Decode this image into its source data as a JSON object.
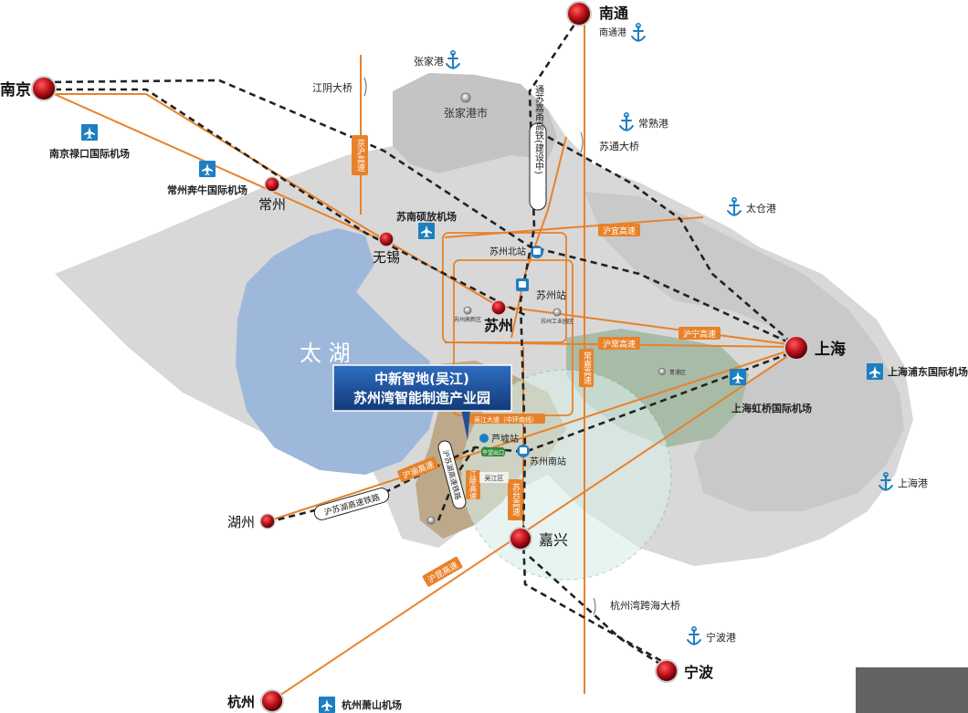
{
  "cities": [
    {
      "id": "nanjing",
      "name": "南京"
    },
    {
      "id": "nantong",
      "name": "南通"
    },
    {
      "id": "changzhou",
      "name": "常州"
    },
    {
      "id": "wuxi",
      "name": "无锡"
    },
    {
      "id": "suzhou",
      "name": "苏州"
    },
    {
      "id": "shanghai",
      "name": "上海"
    },
    {
      "id": "huzhou",
      "name": "湖州"
    },
    {
      "id": "jiaxing",
      "name": "嘉兴"
    },
    {
      "id": "hangzhou",
      "name": "杭州"
    },
    {
      "id": "ningbo",
      "name": "宁波"
    }
  ],
  "minor_places": [
    {
      "id": "zhangjiagang_city",
      "name": "张家港市"
    },
    {
      "id": "suzhou_high_tech",
      "name": "苏州高新区"
    },
    {
      "id": "suzhou_industrial",
      "name": "苏州工业园区"
    },
    {
      "id": "qingpu",
      "name": "青浦区"
    },
    {
      "id": "wujiang",
      "name": "吴江区"
    }
  ],
  "ports": [
    {
      "id": "nantong_port",
      "name": "南通港"
    },
    {
      "id": "zhangjiagang_port",
      "name": "张家港"
    },
    {
      "id": "changshu_port",
      "name": "常熟港"
    },
    {
      "id": "taicang_port",
      "name": "太仓港"
    },
    {
      "id": "shanghai_port",
      "name": "上海港"
    },
    {
      "id": "ningbo_port",
      "name": "宁波港"
    }
  ],
  "airports": [
    {
      "id": "nanjing_lukou",
      "name": "南京禄口国际机场"
    },
    {
      "id": "changzhou_benniu",
      "name": "常州奔牛国际机场"
    },
    {
      "id": "sunan_shuofang",
      "name": "苏南硕放机场"
    },
    {
      "id": "shanghai_hongqiao",
      "name": "上海虹桥国际机场"
    },
    {
      "id": "shanghai_pudong",
      "name": "上海浦东国际机场"
    },
    {
      "id": "hangzhou_xiaoshan",
      "name": "杭州萧山机场"
    }
  ],
  "stations": [
    {
      "id": "suzhou_north",
      "name": "苏州北站"
    },
    {
      "id": "suzhou",
      "name": "苏州站"
    },
    {
      "id": "suzhou_south",
      "name": "苏州南站"
    },
    {
      "id": "luxuping",
      "name": "芦墟站"
    }
  ],
  "bridges": [
    {
      "id": "jiangyin",
      "name": "江阴大桥"
    },
    {
      "id": "sutong",
      "name": "苏通大桥"
    },
    {
      "id": "hangzhouwan",
      "name": "杭州湾跨海大桥"
    }
  ],
  "lake": {
    "name": "太  湖"
  },
  "highways": [
    {
      "id": "jinghu",
      "name": "京沪高速"
    },
    {
      "id": "huyi",
      "name": "沪宜高速"
    },
    {
      "id": "huning",
      "name": "沪宁高速"
    },
    {
      "id": "huchang",
      "name": "沪常高速"
    },
    {
      "id": "changjia",
      "name": "常嘉高速"
    },
    {
      "id": "suta",
      "name": "苏台高速"
    },
    {
      "id": "jiangling",
      "name": "江陵高速"
    },
    {
      "id": "huyu",
      "name": "沪渝高速"
    },
    {
      "id": "hukun",
      "name": "沪昆高速"
    }
  ],
  "railways": [
    {
      "id": "tongsu",
      "name": "通苏嘉甬高铁(建设中)"
    },
    {
      "id": "husuhu",
      "name": "沪苏湖高速铁路"
    },
    {
      "id": "husuhu_v",
      "name": "沪苏湖高速铁路"
    }
  ],
  "avenue": {
    "name": "吴江大道（中环南线）"
  },
  "exit": {
    "name": "平望出口"
  },
  "project": {
    "line1": "中新智地(吴江)",
    "line2": "苏州湾智能制造产业园"
  },
  "colors": {
    "highway": "#e8822a",
    "railway": "#222222",
    "land": "#d6d6d6",
    "lake": "#9db8da",
    "accent_box": "#1f4f96",
    "city_marker": "#c0131b",
    "airport": "#1d7fc1"
  }
}
